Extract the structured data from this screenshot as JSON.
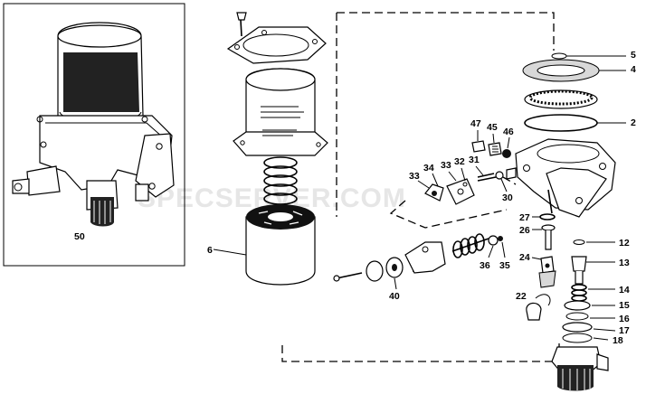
{
  "watermark": "SPECSERVER.COM",
  "callouts": [
    {
      "id": "50",
      "text": "50"
    },
    {
      "id": "6",
      "text": "6"
    },
    {
      "id": "5",
      "text": "5"
    },
    {
      "id": "4",
      "text": "4"
    },
    {
      "id": "2",
      "text": "2"
    },
    {
      "id": "47",
      "text": "47"
    },
    {
      "id": "45",
      "text": "45"
    },
    {
      "id": "46",
      "text": "46"
    },
    {
      "id": "33a",
      "text": "33"
    },
    {
      "id": "34",
      "text": "34"
    },
    {
      "id": "33b",
      "text": "33"
    },
    {
      "id": "32",
      "text": "32"
    },
    {
      "id": "31",
      "text": "31"
    },
    {
      "id": "30",
      "text": "30"
    },
    {
      "id": "27",
      "text": "27"
    },
    {
      "id": "26",
      "text": "26"
    },
    {
      "id": "12",
      "text": "12"
    },
    {
      "id": "13",
      "text": "13"
    },
    {
      "id": "24",
      "text": "24"
    },
    {
      "id": "36",
      "text": "36"
    },
    {
      "id": "35",
      "text": "35"
    },
    {
      "id": "40",
      "text": "40"
    },
    {
      "id": "22",
      "text": "22"
    },
    {
      "id": "14",
      "text": "14"
    },
    {
      "id": "15",
      "text": "15"
    },
    {
      "id": "16",
      "text": "16"
    },
    {
      "id": "17",
      "text": "17"
    },
    {
      "id": "18",
      "text": "18"
    }
  ]
}
